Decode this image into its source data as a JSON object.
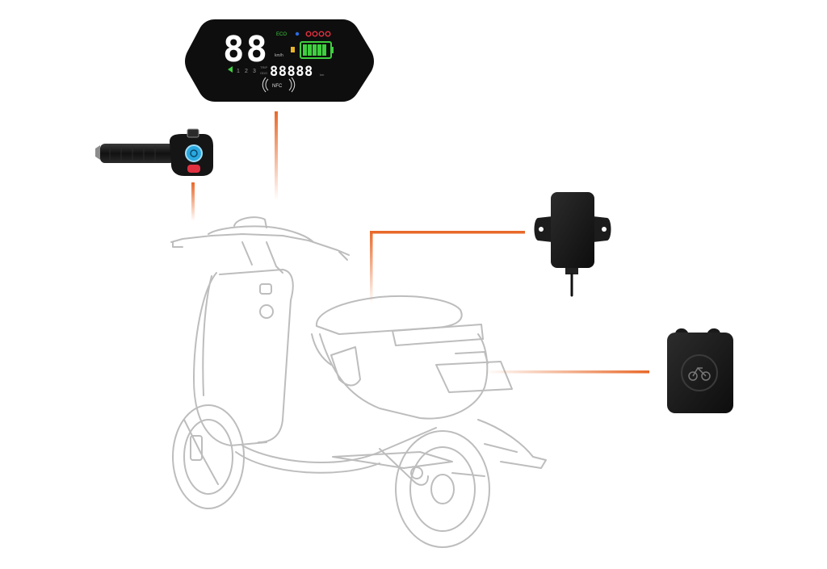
{
  "colors": {
    "connector": "#e8692a",
    "scooter_line": "#b9b9b9",
    "device_body": "#1a1a1a",
    "lcd_white": "#ffffff",
    "battery_green": "#3ecf3e",
    "accent_blue": "#2aa8e0",
    "accent_red": "#e03040"
  },
  "display": {
    "speed_digits": "88",
    "odometer_digits": "88888",
    "gears": [
      "1",
      "2",
      "3"
    ],
    "nfc_label": "NFC",
    "eco_label": "ECO",
    "unit_label": "km/h",
    "trip_label": "TRIP",
    "odo_label": "ODO",
    "km_label": "km"
  },
  "icons": {
    "display": "lcd-display-icon",
    "throttle": "throttle-grip-icon",
    "gps_tracker": "gps-tracker-icon",
    "controller_box": "bike-controller-icon",
    "scooter": "electric-scooter-outline"
  }
}
